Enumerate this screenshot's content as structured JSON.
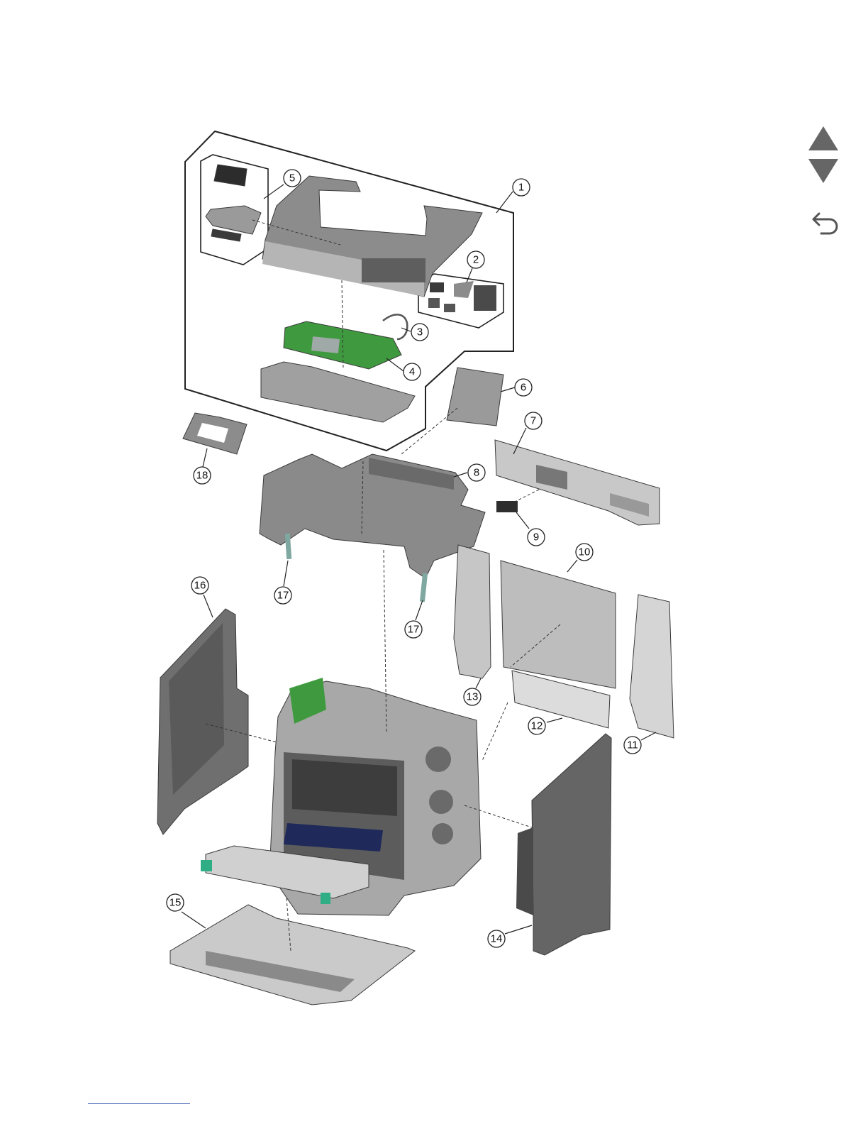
{
  "callouts": [
    "1",
    "2",
    "3",
    "4",
    "5",
    "6",
    "7",
    "8",
    "9",
    "10",
    "11",
    "12",
    "13",
    "14",
    "15",
    "16",
    "17",
    "17",
    "18"
  ],
  "nav": {
    "prev_icon": "triangle-up-icon",
    "next_icon": "triangle-down-icon",
    "back_icon": "return-arrow-icon"
  },
  "colors": {
    "part_gray": "#8c8c8c",
    "part_dark": "#5e5e5e",
    "part_light": "#c8c8c8",
    "board_green": "#3f9a3f",
    "handle_teal": "#2fae85",
    "link_blue": "#3355aa"
  }
}
